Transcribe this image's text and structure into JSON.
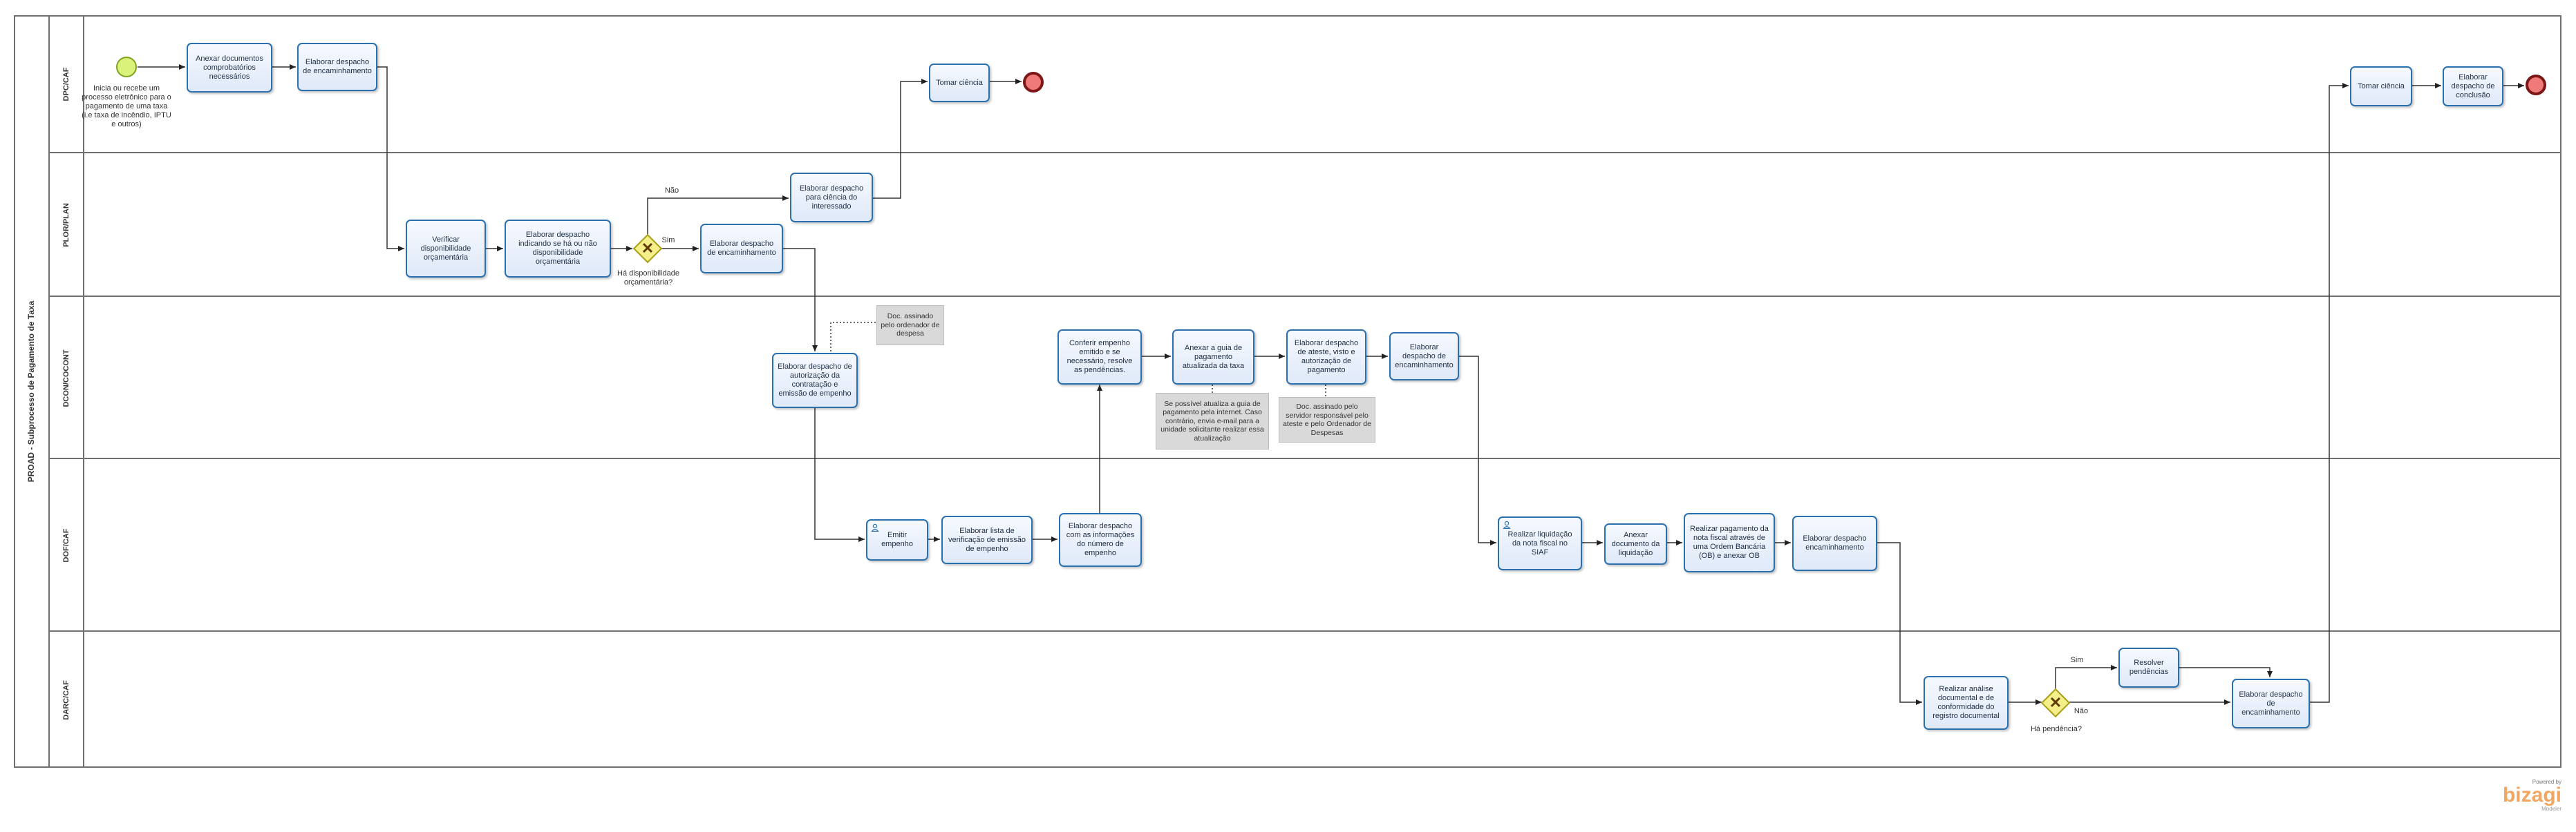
{
  "pool": {
    "title": "PROAD - Subprocesso de Pagamento de Taxa"
  },
  "lanes": [
    {
      "id": "dpc",
      "label": "DPC/CAF"
    },
    {
      "id": "plor",
      "label": "PLOR/PLAN"
    },
    {
      "id": "dcon",
      "label": "DCON/COCONT"
    },
    {
      "id": "dof",
      "label": "DOF/CAF"
    },
    {
      "id": "darc",
      "label": "DARC/CAF"
    }
  ],
  "events": {
    "start_label": "Inicia ou recebe um processo eletrônico para o pagamento de uma taxa (i.e taxa de incêndio, IPTU e outros)"
  },
  "tasks": {
    "t_anexar_doc": "Anexar documentos comprobatórios necessários",
    "t_despacho_enc1": "Elaborar despacho de encaminhamento",
    "t_tomar_ciencia1": "Tomar ciência",
    "t_verificar": "Verificar disponibilidade orçamentária",
    "t_despacho_indicando": "Elaborar despacho indicando se há ou não disponibilidade orçamentária",
    "t_despacho_ciencia": "Elaborar despacho para ciência do interessado",
    "t_despacho_enc2": "Elaborar despacho de encaminhamento",
    "t_despacho_autorizacao": "Elaborar despacho de autorização da contratação e emissão de empenho",
    "t_conferir": "Conferir empenho emitido e se necessário, resolve as pendências.",
    "t_anexar_guia": "Anexar a guia de pagamento atualizada da taxa",
    "t_despacho_ateste": "Elaborar despacho de ateste, visto e autorização de pagamento",
    "t_despacho_enc3": "Elaborar despacho de encaminhamento",
    "t_emitir": "Emitir empenho",
    "t_lista": "Elaborar lista de verificação de emissão de empenho",
    "t_despacho_info": "Elaborar despacho com as informações do número de empenho",
    "t_liquidacao": "Realizar liquidação da nota fiscal no SIAF",
    "t_anexar_liq": "Anexar documento da liquidação",
    "t_pagamento": "Realizar pagamento da nota fiscal através de uma Ordem Bancária (OB) e anexar OB",
    "t_despacho_enc4": "Elaborar despacho encaminhamento",
    "t_analise": "Realizar análise documental e de conformidade do registro documental",
    "t_resolver": "Resolver pendências",
    "t_despacho_enc5": "Elaborar despacho de encaminhamento",
    "t_tomar_ciencia2": "Tomar ciência",
    "t_despacho_conclusao": "Elaborar despacho de conclusão"
  },
  "gateways": {
    "g1": "Há disponibilidade orçamentária?",
    "g2": "Há pendência?"
  },
  "flow_labels": {
    "nao1": "Não",
    "sim1": "Sim",
    "sim2": "Sim",
    "nao2": "Não"
  },
  "notes": {
    "n_doc_ordenador": "Doc. assinado pelo ordenador de despesa",
    "n_guia": "Se possível atualiza a guia de pagamento pela internet. Caso contrário, envia e-mail para a unidade solicitante realizar essa atualização",
    "n_doc_servidor": "Doc. assinado pelo servidor responsável pelo ateste e pelo Ordenador de Despesas"
  },
  "brand": {
    "powered": "Powered by",
    "logo": "bizagi",
    "modeler": "Modeler"
  },
  "colors": {
    "task_border": "#2a6fae",
    "start_fill": "#d9f27a",
    "end_fill": "#f07a7a",
    "gateway_fill": "#f5ef8a",
    "note_fill": "#d9d9d9"
  }
}
